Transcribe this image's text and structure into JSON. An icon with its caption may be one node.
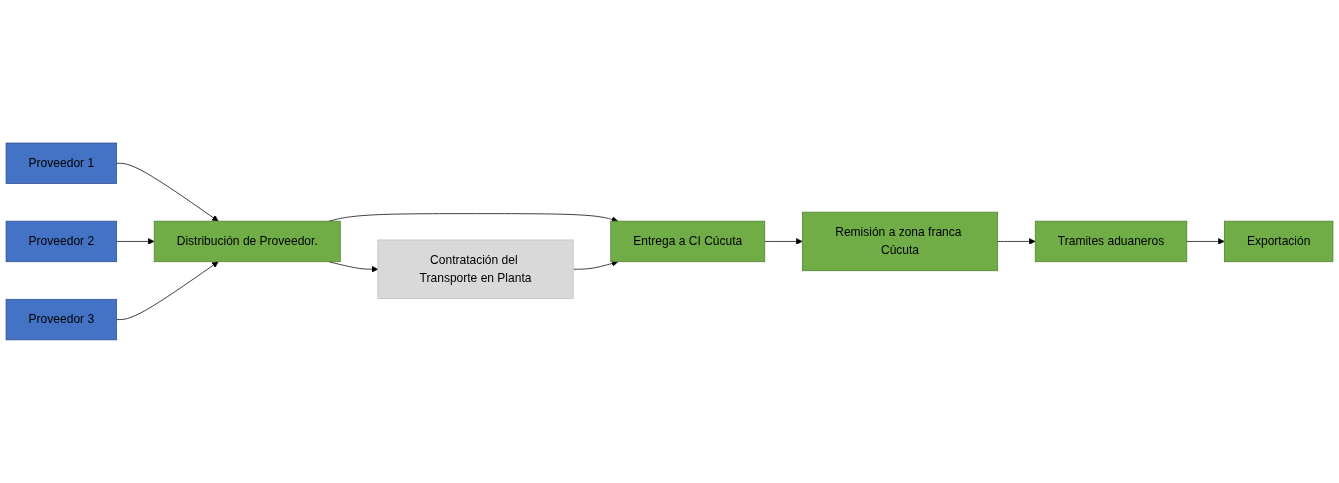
{
  "diagram": {
    "nodes": [
      {
        "text": [
          "Proveedor 1"
        ]
      },
      {
        "text": [
          "Proveedor 2"
        ]
      },
      {
        "text": [
          "Proveedor 3"
        ]
      },
      {
        "text": [
          "Distribución de Proveedor."
        ]
      },
      {
        "text": [
          "Contratación del Transporte en Planta"
        ]
      },
      {
        "text": [
          "Entrega a CI Cúcuta"
        ]
      },
      {
        "text": [
          "Remisión a zona franca Cúcuta"
        ]
      },
      {
        "text": [
          "Tramites aduaneros"
        ]
      },
      {
        "text": [
          "Exportación"
        ]
      }
    ],
    "edges": [
      {
        "from": 0,
        "to": 3,
        "arrow": "to"
      },
      {
        "from": 1,
        "to": 3,
        "arrow": "to"
      },
      {
        "from": 2,
        "to": 3,
        "arrow": "to"
      },
      {
        "from": 3,
        "to": 4,
        "arrow": "to"
      },
      {
        "from": 3,
        "to": 5,
        "arrow": "to"
      },
      {
        "from": 4,
        "to": 5,
        "arrow": "to"
      },
      {
        "from": 5,
        "to": 6,
        "arrow": "to"
      },
      {
        "from": 6,
        "to": 7,
        "arrow": "to"
      },
      {
        "from": 7,
        "to": 8,
        "arrow": "to"
      }
    ]
  }
}
